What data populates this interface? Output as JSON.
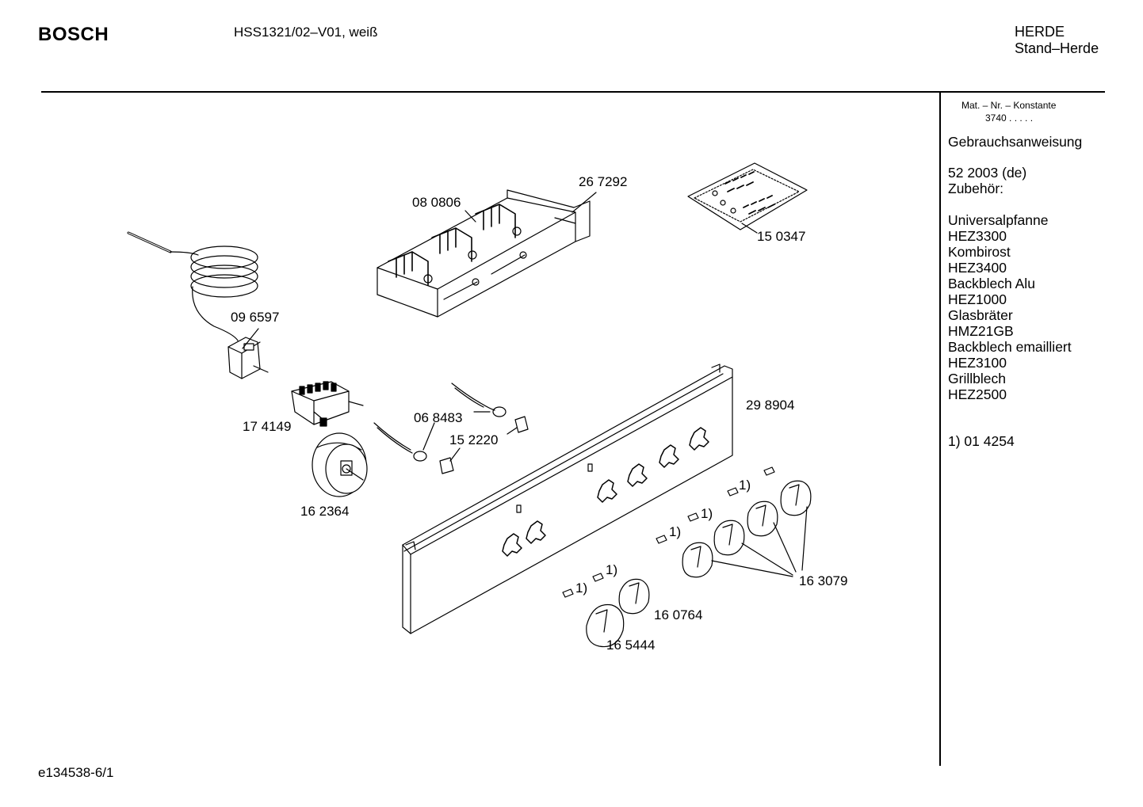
{
  "header": {
    "brand": "BOSCH",
    "model": "HSS1321/02–V01, weiß",
    "category": "HERDE",
    "subcategory": "Stand–Herde"
  },
  "sidebar": {
    "mat_label": "Mat. – Nr. – Konstante",
    "mat_value": "3740  .   .   .   .   .",
    "lines": [
      "Gebrauchsanweisung",
      "",
      "52 2003 (de)",
      "Zubehör:",
      "",
      "Universalpfanne",
      "HEZ3300",
      "Kombirost",
      "HEZ3400",
      "Backblech Alu",
      "HEZ1000",
      "Glasbräter",
      "HMZ21GB",
      "Backblech emailliert",
      "HEZ3100",
      "Grillblech",
      "HEZ2500",
      "",
      "",
      "1) 01 4254"
    ]
  },
  "parts": [
    "08 0806",
    "26 7292",
    "15 0347",
    "09 6597",
    "17 4149",
    "06 8483",
    "15 2220",
    "16 2364",
    "29 8904",
    "16 3079",
    "16 0764",
    "16 5444"
  ],
  "footnote_marker": "1)",
  "footer": {
    "doc_id": "e134538-6/1"
  }
}
